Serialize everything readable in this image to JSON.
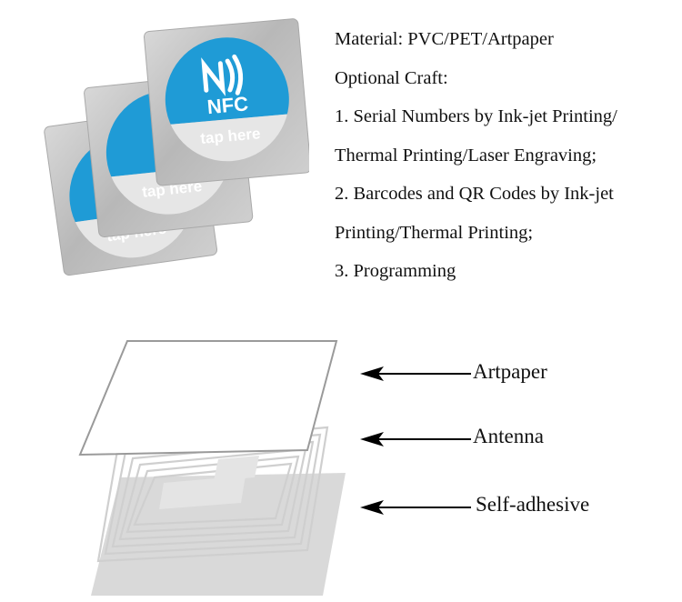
{
  "stickers": {
    "logo_text": "NFC",
    "tap_text": "tap here",
    "accent_color": "#1f9bd6"
  },
  "spec": {
    "lines": [
      "Material: PVC/PET/Artpaper",
      "Optional Craft:",
      "1. Serial Numbers by Ink-jet Printing/",
      "Thermal Printing/Laser Engraving;",
      "2. Barcodes and QR Codes by Ink-jet",
      "Printing/Thermal Printing;",
      "3. Programming"
    ]
  },
  "layers": {
    "labels": [
      "Artpaper",
      "Antenna",
      "Self-adhesive"
    ]
  }
}
